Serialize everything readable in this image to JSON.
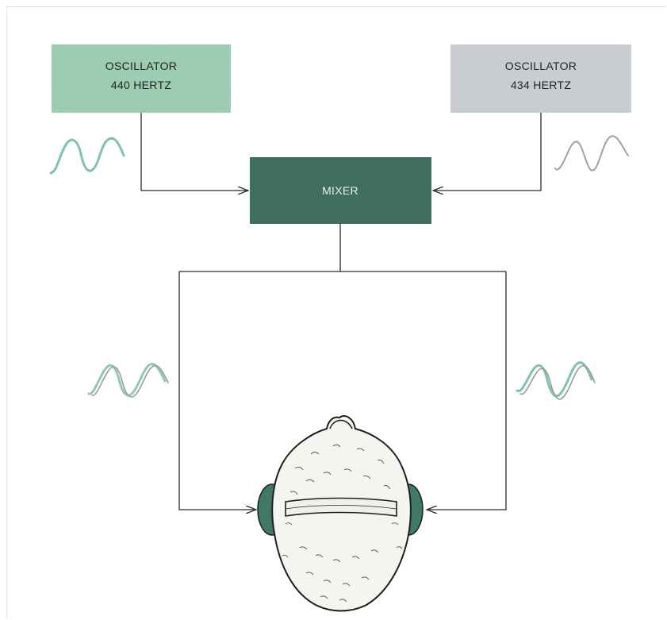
{
  "diagram": {
    "oscillator_left": {
      "title": "OSCILLATOR",
      "frequency": "440 HERTZ",
      "fill": "#9ccdb3"
    },
    "oscillator_right": {
      "title": "OSCILLATOR",
      "frequency": "434 HERTZ",
      "fill": "#c9cdd2"
    },
    "mixer": {
      "label": "MIXER",
      "fill": "#3f6e5f"
    },
    "colors": {
      "line": "#2a2a2a",
      "wave_green": "#7fc4a6",
      "wave_gray": "#9a9a9a",
      "earcup": "#3f7a66",
      "head_fill": "#f4f4f0",
      "head_outline": "#1e1e1e"
    },
    "icons": [
      "sine-wave-icon",
      "head-with-headphones-icon"
    ]
  }
}
